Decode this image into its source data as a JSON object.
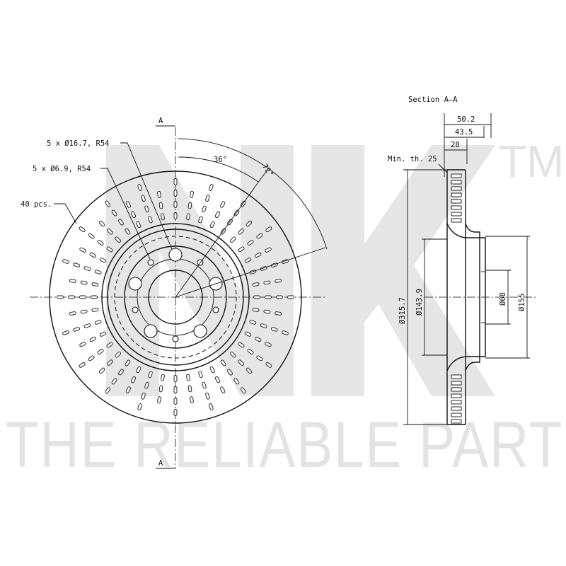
{
  "watermark": {
    "logo_text": "NK",
    "trademark": "TM",
    "slogan": "THE RELIABLE PART"
  },
  "front_view": {
    "section_mark_top": "A",
    "section_mark_bottom": "A",
    "callouts": [
      {
        "text": "5 x Ø16.7, R54"
      },
      {
        "text": "5 x Ø6.9, R54"
      },
      {
        "text": "40 pcs."
      }
    ],
    "angles": [
      {
        "text": "36°"
      },
      {
        "text": "72°"
      }
    ]
  },
  "section_view": {
    "title": "Section A–A",
    "min_thickness_label": "Min. th. 25",
    "top_dimensions": [
      {
        "text": "50.2"
      },
      {
        "text": "43.5"
      },
      {
        "text": "28"
      }
    ],
    "diameters": [
      {
        "text": "Ø315.7"
      },
      {
        "text": "Ø143.9"
      },
      {
        "text": "Ø68"
      },
      {
        "text": "Ø155"
      }
    ]
  }
}
